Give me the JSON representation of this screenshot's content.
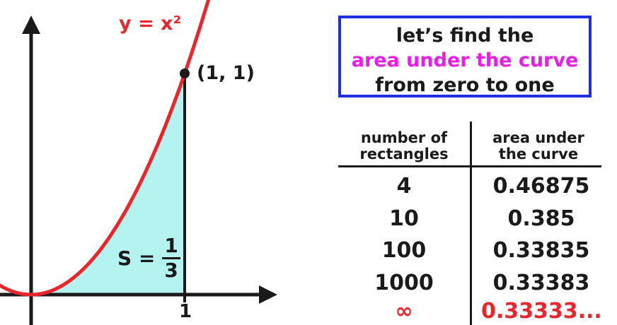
{
  "graph": {
    "curve_label": "y = x²",
    "point_label": "(1, 1)",
    "x_tick_label": "1",
    "area_label_prefix": "S =",
    "area_numerator": "1",
    "area_denominator": "3",
    "curve_color": "#e8262b",
    "area_fill": "#b4f3ef"
  },
  "title_box": {
    "line1": "let’s find the",
    "line2": "area under the curve",
    "line3": "from zero to one",
    "border_color": "#1e2fe0",
    "highlight_color": "#e81ee8"
  },
  "table": {
    "headers": {
      "left": [
        "number of",
        "rectangles"
      ],
      "right": [
        "area under",
        "the curve"
      ]
    },
    "rows": [
      {
        "rectangles": "4",
        "area": "0.46875"
      },
      {
        "rectangles": "10",
        "area": "0.385"
      },
      {
        "rectangles": "100",
        "area": "0.33835"
      },
      {
        "rectangles": "1000",
        "area": "0.33383"
      },
      {
        "rectangles": "∞",
        "area": "0.33333..."
      }
    ],
    "limit_color": "#e8262b"
  }
}
